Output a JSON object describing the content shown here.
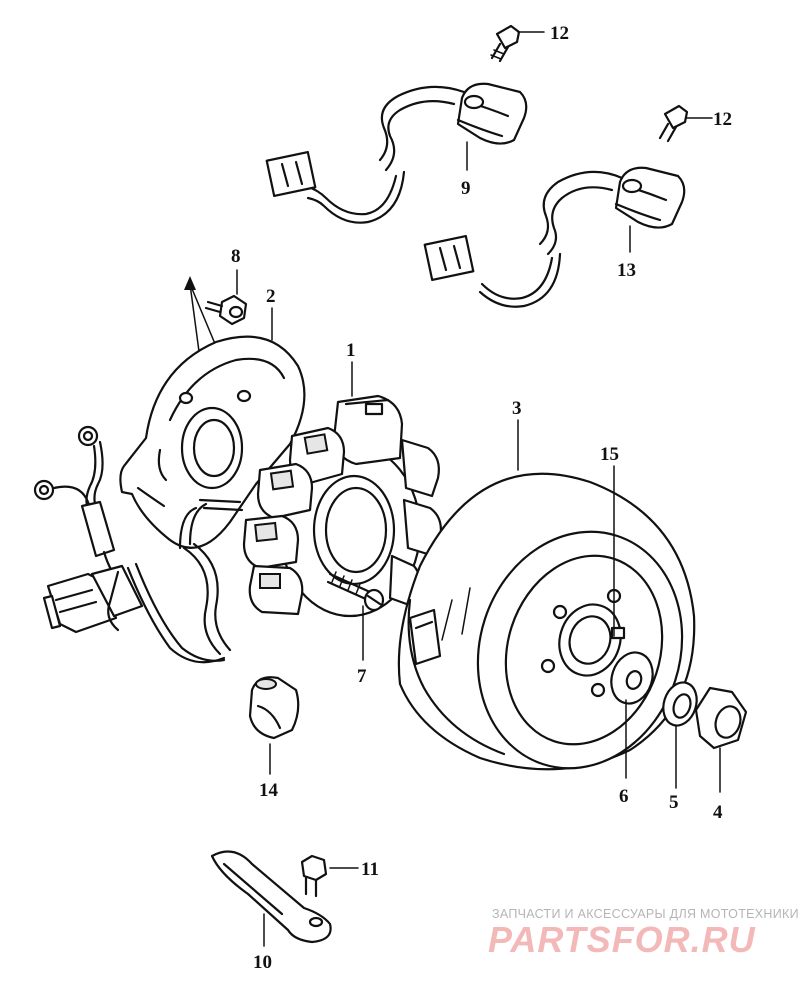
{
  "callouts": {
    "n1": "1",
    "n2": "2",
    "n3": "3",
    "n4": "4",
    "n5": "5",
    "n6": "6",
    "n7": "7",
    "n8": "8",
    "n9": "9",
    "n10": "10",
    "n11": "11",
    "n12a": "12",
    "n12b": "12",
    "n13": "13",
    "n14": "14",
    "n15": "15"
  },
  "watermark": {
    "tagline": "ЗАПЧАСТИ И АКСЕССУАРЫ ДЛЯ МОТОТЕХНИКИ",
    "brand": "PARTSFOR.RU"
  },
  "colors": {
    "ink": "#111111",
    "watermark_brand": "#f3b9b9",
    "watermark_text": "#b5b5b5"
  }
}
